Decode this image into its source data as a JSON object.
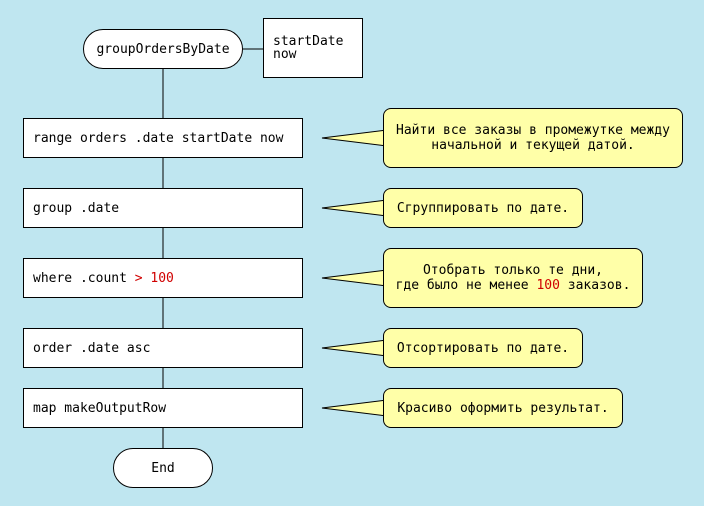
{
  "start": {
    "label": "groupOrdersByDate",
    "params": [
      "startDate",
      "now"
    ]
  },
  "steps": [
    {
      "code": "range orders .date startDate now",
      "comment": [
        "Найти все заказы в промежутке между",
        "начальной и текущей датой."
      ]
    },
    {
      "code": "group .date",
      "comment": [
        "Сгруппировать по дате."
      ]
    },
    {
      "code": "where .count",
      "code_op": " > ",
      "code_num": "100",
      "comment_line1": "Отобрать только те дни,",
      "comment_line2_pre": "где было не менее ",
      "comment_line2_num": "100",
      "comment_line2_post": " заказов."
    },
    {
      "code": "order .date asc",
      "comment": [
        "Отсортировать по дате."
      ]
    },
    {
      "code": "map makeOutputRow",
      "comment": [
        "Красиво оформить результат."
      ]
    }
  ],
  "end": {
    "label": "End"
  },
  "colors": {
    "background": "#bfe6f0",
    "callout": "#ffffa8",
    "highlight": "#d00000"
  }
}
